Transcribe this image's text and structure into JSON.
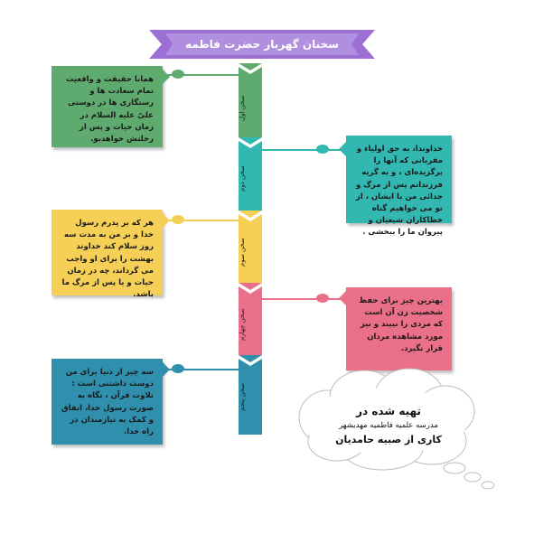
{
  "title": "سخنان گهربار حضرت فاطمه زهرا",
  "colors": {
    "banner": "#9b6fd3",
    "green": "#5fab6f",
    "teal": "#32b8b0",
    "yellow": "#f6cf57",
    "pink": "#ea6f88",
    "blue": "#2f8fad"
  },
  "segments": [
    {
      "label": "سخن اول"
    },
    {
      "label": "سخن دوم"
    },
    {
      "label": "سخن سوم"
    },
    {
      "label": "سخن چهارم"
    },
    {
      "label": "سخن پنجم"
    }
  ],
  "quotes": [
    {
      "text": "همانا حقیقت و واقعیت تمام سعادت ها و رستگاری ها در دوستی علیّ علیه السلام در زمان حیات و پس از رحلتش خواهدبو."
    },
    {
      "text": "خداوندا، به حق اولیاء و مقربانی که آنها را برگزیده‌ای ، و به گریه فرزندانم پس از مرگ و جدائی من با ایشان ، از تو می خواهیم گناه خطاکاران شیعیان و پیروان ما را ببخشی ."
    },
    {
      "text": "هر که بر پدرم رسول خدا و بر من به مدت سه روز سلام کند خداوند بهشت را برای او واجب می گرداند، چه در زمان حیات و یا پس از مرگ ما باشد."
    },
    {
      "text": "بهترین چیز برای حفظ شخصیت زن آن است که مردی را نبیند و نیز مورد مشاهده مردان قرار نگیرد."
    },
    {
      "text": "سه چیز از دنیا برای من دوست داشتنی است : تلاوت قرآن ، نگاه به صورت رسول خدا، انفاق و کمک به نیازمندان در راه خدا."
    }
  ],
  "cloud": {
    "line1": "تهیه شده در",
    "line2": "مدرسه علمیه فاطمیه مهدیشهر",
    "line3": "کاری از صبیه حامدیان"
  }
}
